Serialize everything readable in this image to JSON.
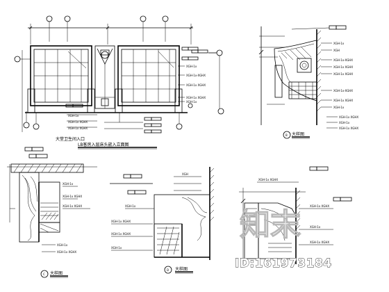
{
  "drawing": {
    "main_title_line1": "大堂卫生间入口",
    "main_title_line2": "LB客房入层床头嵌入立面图",
    "detail_b": {
      "id": "B",
      "label": "大样图"
    },
    "detail_c": {
      "id": "C",
      "label": "大样图"
    },
    "detail_d": {
      "id": "D",
      "label": "大样图"
    },
    "note_code": "XGH-1x-XGHX",
    "watermark_logo": "知末",
    "watermark_id": "ID:161973184"
  }
}
